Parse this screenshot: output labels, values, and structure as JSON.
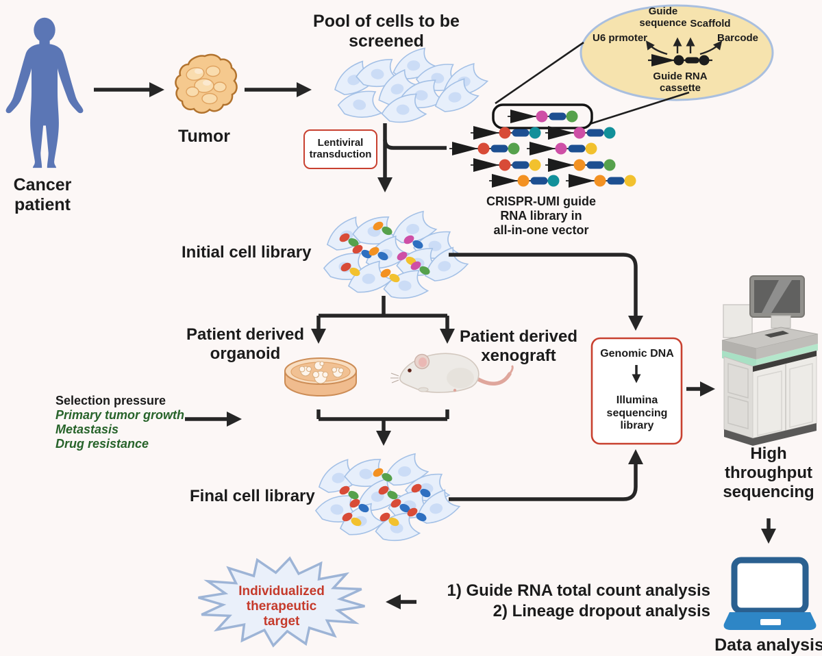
{
  "title": "CRISPR-UMI patient-derived screening workflow",
  "colors": {
    "background": "#fcf7f6",
    "ink": "#1c1c1c",
    "arrow": "#262626",
    "patient_blue": "#5b76b5",
    "tumor_fill": "#f5c98e",
    "tumor_outline": "#b2732e",
    "tumor_inner": "#f9dcae",
    "cell_fill": "#e7effb",
    "cell_outline": "#a3c0e6",
    "cell_nucleus": "#cbdcf6",
    "callout_fill": "#f6e3ae",
    "callout_outline": "#a9bfdf",
    "box_border_red": "#c8402f",
    "green_text": "#27632a",
    "starburst_fill": "#eaf0fa",
    "starburst_outline": "#9db4d6",
    "starburst_text": "#c53a2b",
    "laptop_blue": "#2e86c6",
    "laptop_frame": "#2a6090",
    "sequencer_green": "#a8e0c4",
    "dash_blue": "#1d4f91",
    "red": "#d84b37",
    "magenta": "#ce4fa6",
    "green": "#56a14c",
    "teal": "#12909a",
    "yellow": "#f2c12e",
    "orange": "#f39122",
    "blue": "#2e6fc0"
  },
  "icons": {
    "patient": "human-silhouette",
    "tumor": "tumor-blob",
    "cell_pool": "cell-cluster",
    "petri_dish": "petri-dish",
    "mouse": "lab-mouse",
    "sequencer": "sequencing-machine",
    "laptop": "laptop",
    "target": "starburst",
    "cassette": "grna-cassette-construct"
  },
  "patient": {
    "label_lines": [
      "Cancer",
      "patient"
    ]
  },
  "tumor": {
    "label": "Tumor"
  },
  "pool": {
    "label_lines": [
      "Pool of cells to be",
      "screened"
    ]
  },
  "lentiviral": {
    "label_lines": [
      "Lentiviral",
      "transduction"
    ]
  },
  "callout": {
    "guide_sequence_lines": [
      "Guide",
      "sequence"
    ],
    "scaffold": "Scaffold",
    "u6_promoter": "U6 prmoter",
    "barcode": "Barcode",
    "cassette_lines": [
      "Guide RNA",
      "cassette"
    ]
  },
  "vector_library": {
    "label_lines": [
      "CRISPR-UMI guide",
      "RNA library in",
      "all-in-one vector"
    ],
    "highlighted_construct": [
      "magenta",
      "green"
    ],
    "rows": [
      [
        [
          "red",
          "teal"
        ],
        [
          "magenta",
          "teal"
        ]
      ],
      [
        [
          "red",
          "green"
        ],
        [
          "magenta",
          "yellow"
        ]
      ],
      [
        [
          "red",
          "yellow"
        ],
        [
          "orange",
          "green"
        ]
      ],
      [
        [
          "orange",
          "teal"
        ],
        [
          "orange",
          "yellow"
        ]
      ]
    ]
  },
  "initial_library": {
    "label": "Initial cell library",
    "umi_pairs": [
      [
        "red",
        "green"
      ],
      [
        "orange",
        "green"
      ],
      [
        "red",
        "blue"
      ],
      [
        "orange",
        "blue"
      ],
      [
        "magenta",
        "blue"
      ],
      [
        "magenta",
        "yellow"
      ],
      [
        "red",
        "yellow"
      ],
      [
        "orange",
        "yellow"
      ],
      [
        "magenta",
        "green"
      ]
    ]
  },
  "organoid": {
    "label_lines": [
      "Patient derived",
      "organoid"
    ]
  },
  "xenograft": {
    "label_lines": [
      "Patient derived",
      "xenograft"
    ]
  },
  "selection": {
    "title": "Selection pressure",
    "pressures": [
      "Primary tumor growth",
      "Metastasis",
      "Drug resistance"
    ]
  },
  "final_library": {
    "label": "Final cell library",
    "umi_pairs": [
      [
        "orange",
        "green"
      ],
      [
        "red",
        "green"
      ],
      [
        "red",
        "green"
      ],
      [
        "red",
        "blue"
      ],
      [
        "red",
        "blue"
      ],
      [
        "red",
        "blue"
      ],
      [
        "red",
        "yellow"
      ],
      [
        "red",
        "yellow"
      ],
      [
        "red",
        "blue"
      ]
    ]
  },
  "genomic": {
    "top": "Genomic DNA",
    "bottom_lines": [
      "Illumina",
      "sequencing",
      "library"
    ]
  },
  "sequencing": {
    "label_lines": [
      "High",
      "throughput",
      "sequencing"
    ]
  },
  "analysis_steps": [
    "1) Guide RNA total count analysis",
    "2) Lineage dropout analysis"
  ],
  "data_analysis": {
    "label": "Data analysis"
  },
  "target": {
    "label_lines": [
      "Individualized",
      "therapeutic",
      "target"
    ]
  }
}
